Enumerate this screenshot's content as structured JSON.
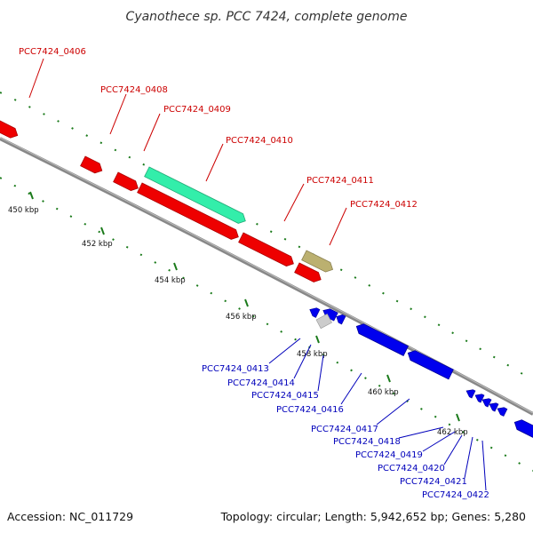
{
  "title": "Cyanothece sp. PCC 7424, complete genome",
  "footer": {
    "accession": "Accession: NC_011729",
    "summary": "Topology: circular; Length: 5,942,652 bp; Genes: 5,280"
  },
  "scale_labels": [
    "450 kbp",
    "452 kbp",
    "454 kbp",
    "456 kbp",
    "458 kbp",
    "460 kbp",
    "462 kbp"
  ],
  "colors": {
    "forward_label": "#cc0000",
    "reverse_label": "#0000bb",
    "forward_gene": "#ee0000",
    "reverse_gene": "#0000ee",
    "rna_gene": "#33eeaa",
    "other_gene": "#bbb070",
    "pseudo_gene": "#cccccc",
    "tick": "#1a7a1a",
    "axis": "#888888"
  },
  "forward_genes": [
    {
      "id": "PCC7424_0406"
    },
    {
      "id": "PCC7424_0408"
    },
    {
      "id": "PCC7424_0409"
    },
    {
      "id": "PCC7424_0410"
    },
    {
      "id": "PCC7424_0411"
    },
    {
      "id": "PCC7424_0412"
    }
  ],
  "reverse_genes": [
    {
      "id": "PCC7424_0413"
    },
    {
      "id": "PCC7424_0414"
    },
    {
      "id": "PCC7424_0415"
    },
    {
      "id": "PCC7424_0416"
    },
    {
      "id": "PCC7424_0417"
    },
    {
      "id": "PCC7424_0418"
    },
    {
      "id": "PCC7424_0419"
    },
    {
      "id": "PCC7424_0420"
    },
    {
      "id": "PCC7424_0421"
    },
    {
      "id": "PCC7424_0422"
    }
  ]
}
